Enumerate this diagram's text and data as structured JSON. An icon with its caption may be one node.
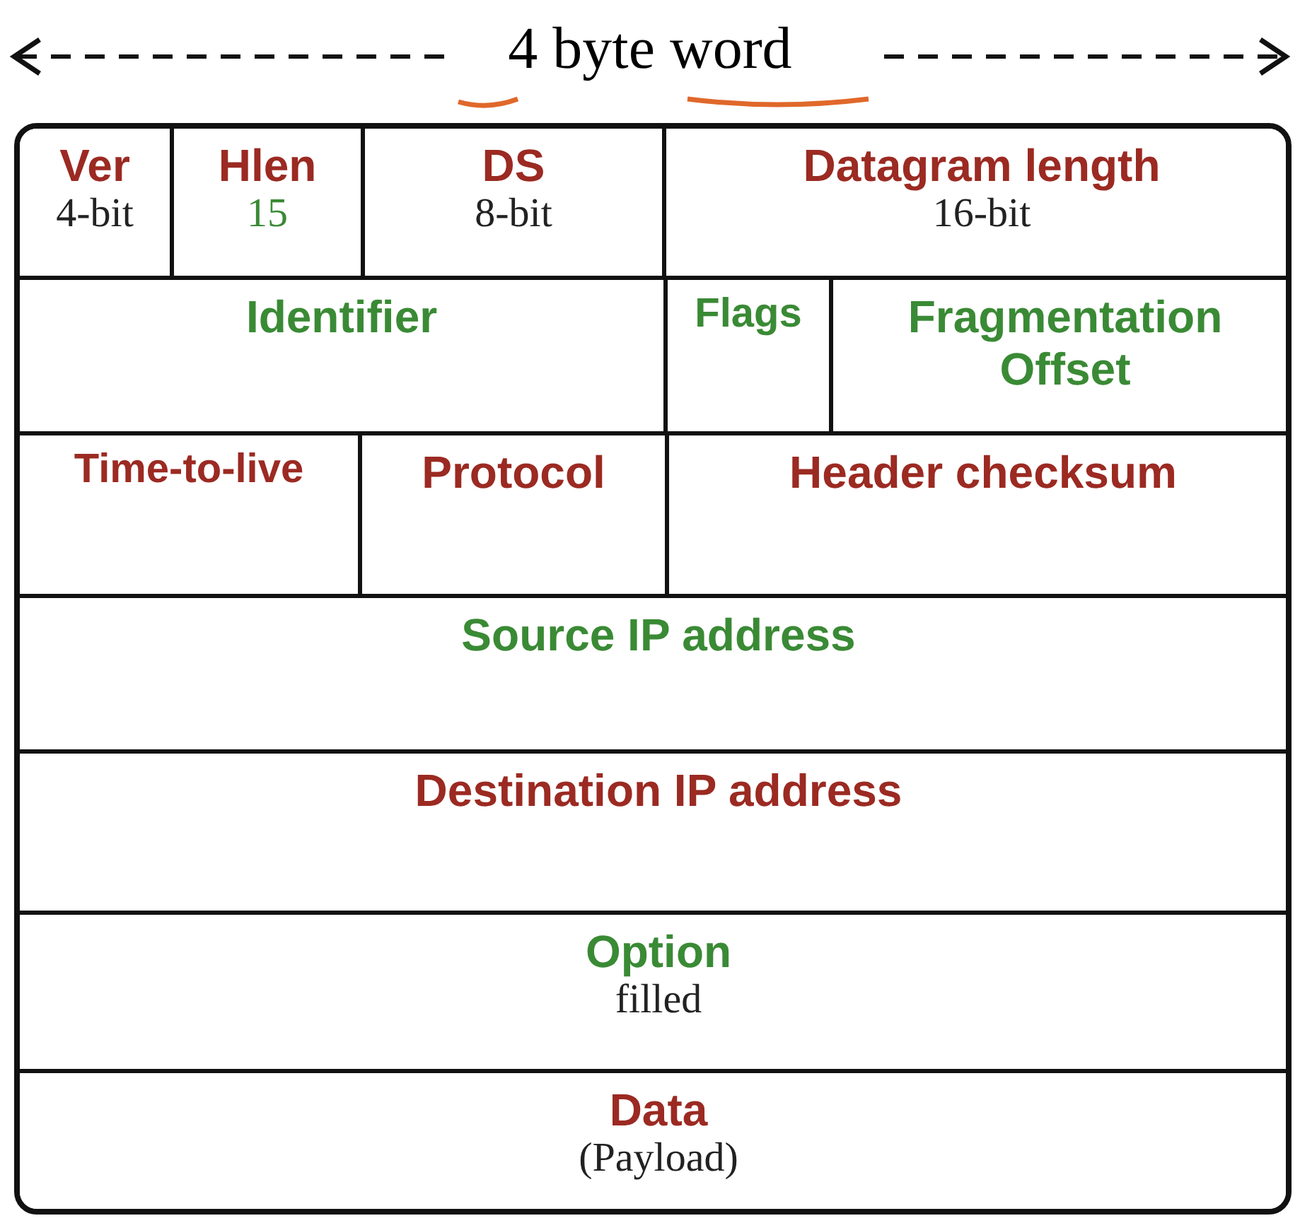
{
  "diagram": {
    "nodes": [
      {
        "text": [
          "Ver",
          "4-bit"
        ]
      },
      {
        "text": [
          "Hlen",
          "15"
        ]
      },
      {
        "text": [
          "DS",
          "8-bit"
        ]
      },
      {
        "text": [
          "Datagram length",
          "16-bit"
        ]
      },
      {
        "text": [
          "Identifier"
        ]
      },
      {
        "text": [
          "Flags"
        ]
      },
      {
        "text": [
          "Fragmentation Offset"
        ]
      },
      {
        "text": [
          "Time-to-live"
        ]
      },
      {
        "text": [
          "Protocol"
        ]
      },
      {
        "text": [
          "Header checksum"
        ]
      },
      {
        "text": [
          "Source IP address"
        ]
      },
      {
        "text": [
          "Destination IP address"
        ]
      },
      {
        "text": [
          "Option",
          "filled"
        ]
      },
      {
        "text": [
          "Data",
          "(Payload)"
        ]
      }
    ],
    "labels": [
      "4 byte word"
    ]
  }
}
